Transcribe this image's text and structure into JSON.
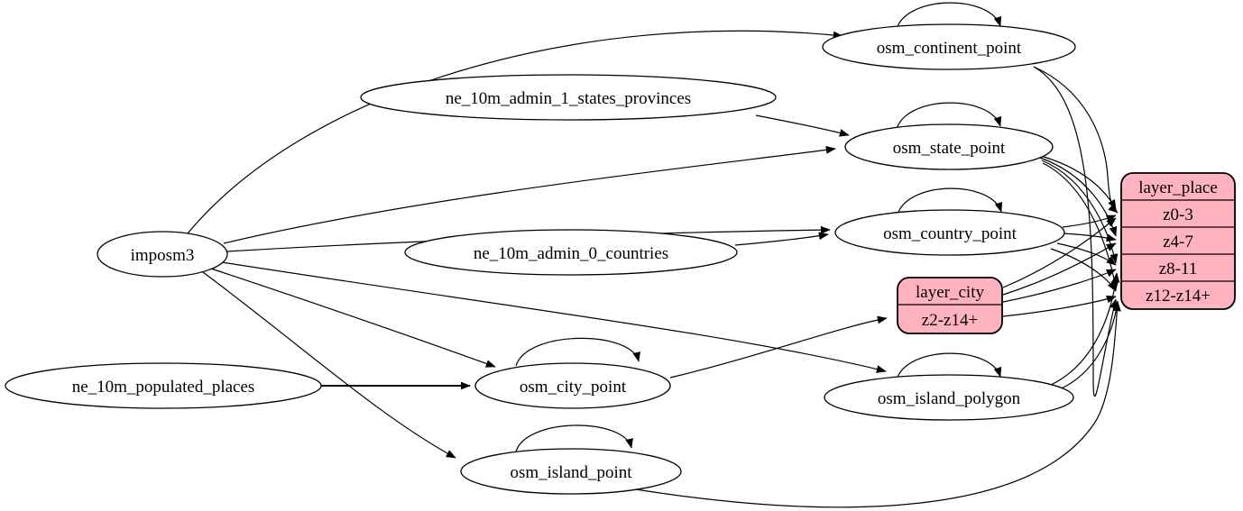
{
  "diagram": {
    "kind": "etl-dependency-graph",
    "colors": {
      "background": "#ffffff",
      "node_fill": "#ffffff",
      "record_fill": "#ffb3be",
      "stroke": "#000000"
    },
    "nodes": {
      "imposm3": {
        "label": "imposm3",
        "shape": "ellipse"
      },
      "ne_10m_admin_1_states_provinces": {
        "label": "ne_10m_admin_1_states_provinces",
        "shape": "ellipse"
      },
      "ne_10m_admin_0_countries": {
        "label": "ne_10m_admin_0_countries",
        "shape": "ellipse"
      },
      "ne_10m_populated_places": {
        "label": "ne_10m_populated_places",
        "shape": "ellipse"
      },
      "osm_continent_point": {
        "label": "osm_continent_point",
        "shape": "ellipse"
      },
      "osm_state_point": {
        "label": "osm_state_point",
        "shape": "ellipse"
      },
      "osm_country_point": {
        "label": "osm_country_point",
        "shape": "ellipse"
      },
      "osm_city_point": {
        "label": "osm_city_point",
        "shape": "ellipse"
      },
      "osm_island_polygon": {
        "label": "osm_island_polygon",
        "shape": "ellipse"
      },
      "osm_island_point": {
        "label": "osm_island_point",
        "shape": "ellipse"
      }
    },
    "records": {
      "layer_place": {
        "title": "layer_place",
        "rows": [
          "z0-3",
          "z4-7",
          "z8-11",
          "z12-z14+"
        ]
      },
      "layer_city": {
        "title": "layer_city",
        "rows": [
          "z2-z14+"
        ]
      }
    },
    "edges": [
      {
        "from": "imposm3",
        "to": "osm_continent_point"
      },
      {
        "from": "imposm3",
        "to": "osm_state_point"
      },
      {
        "from": "imposm3",
        "to": "osm_country_point"
      },
      {
        "from": "imposm3",
        "to": "osm_city_point"
      },
      {
        "from": "imposm3",
        "to": "osm_island_polygon"
      },
      {
        "from": "imposm3",
        "to": "osm_island_point"
      },
      {
        "from": "ne_10m_admin_1_states_provinces",
        "to": "osm_state_point"
      },
      {
        "from": "ne_10m_admin_0_countries",
        "to": "osm_country_point"
      },
      {
        "from": "ne_10m_populated_places",
        "to": "osm_city_point"
      },
      {
        "from": "osm_continent_point",
        "to": "osm_continent_point",
        "self_loop": true
      },
      {
        "from": "osm_state_point",
        "to": "osm_state_point",
        "self_loop": true
      },
      {
        "from": "osm_country_point",
        "to": "osm_country_point",
        "self_loop": true
      },
      {
        "from": "osm_city_point",
        "to": "osm_city_point",
        "self_loop": true
      },
      {
        "from": "osm_island_polygon",
        "to": "osm_island_polygon",
        "self_loop": true
      },
      {
        "from": "osm_island_point",
        "to": "osm_island_point",
        "self_loop": true
      },
      {
        "from": "osm_continent_point",
        "to": "layer_place",
        "to_row": "z0-3"
      },
      {
        "from": "osm_continent_point",
        "to": "layer_place",
        "to_row": "z12-z14+"
      },
      {
        "from": "osm_state_point",
        "to": "layer_place",
        "to_row": "z0-3"
      },
      {
        "from": "osm_state_point",
        "to": "layer_place",
        "to_row": "z4-7"
      },
      {
        "from": "osm_state_point",
        "to": "layer_place",
        "to_row": "z8-11"
      },
      {
        "from": "osm_state_point",
        "to": "layer_place",
        "to_row": "z12-z14+"
      },
      {
        "from": "osm_country_point",
        "to": "layer_place",
        "to_row": "z0-3"
      },
      {
        "from": "osm_country_point",
        "to": "layer_place",
        "to_row": "z4-7"
      },
      {
        "from": "osm_country_point",
        "to": "layer_place",
        "to_row": "z8-11"
      },
      {
        "from": "osm_country_point",
        "to": "layer_place",
        "to_row": "z12-z14+"
      },
      {
        "from": "osm_city_point",
        "to": "layer_city",
        "to_row": "z2-z14+"
      },
      {
        "from": "layer_city",
        "to": "layer_place",
        "to_row": "z0-3"
      },
      {
        "from": "layer_city",
        "to": "layer_place",
        "to_row": "z4-7"
      },
      {
        "from": "layer_city",
        "to": "layer_place",
        "to_row": "z8-11"
      },
      {
        "from": "layer_city",
        "to": "layer_place",
        "to_row": "z12-z14+"
      },
      {
        "from": "osm_island_polygon",
        "to": "layer_place",
        "to_row": "z8-11"
      },
      {
        "from": "osm_island_polygon",
        "to": "layer_place",
        "to_row": "z12-z14+"
      },
      {
        "from": "osm_island_point",
        "to": "layer_place",
        "to_row": "z12-z14+"
      }
    ]
  }
}
